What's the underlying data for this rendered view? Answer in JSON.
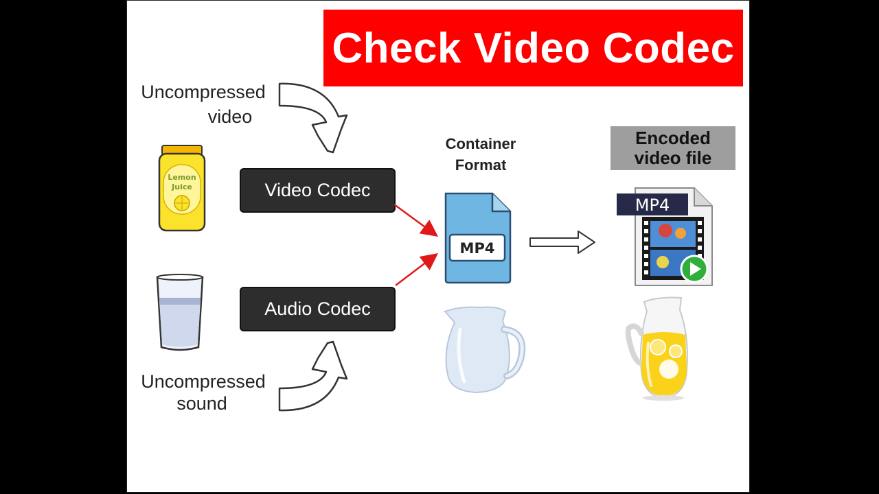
{
  "banner": {
    "title": "Check Video Codec"
  },
  "inputs": {
    "video_line1": "Uncompressed",
    "video_line2": "video",
    "sound_line1": "Uncompressed",
    "sound_line2": "sound"
  },
  "codecs": {
    "video": "Video Codec",
    "audio": "Audio Codec"
  },
  "container": {
    "line1": "Container",
    "line2": "Format",
    "file_label": "MP4"
  },
  "output": {
    "line1": "Encoded",
    "line2": "video file",
    "file_label": "MP4"
  },
  "jar_label": {
    "line1": "Lemon",
    "line2": "Juice"
  },
  "colors": {
    "banner": "#fe0000",
    "codec_box": "#2d2d2d",
    "file_blue": "#6fb6e3",
    "juice": "#fbe32b",
    "arrow_red": "#e01818"
  },
  "icons": [
    "lemon-juice-jar-icon",
    "water-glass-icon",
    "mp4-file-icon",
    "empty-pitcher-icon",
    "mp4-video-file-icon",
    "lemonade-pitcher-icon"
  ]
}
